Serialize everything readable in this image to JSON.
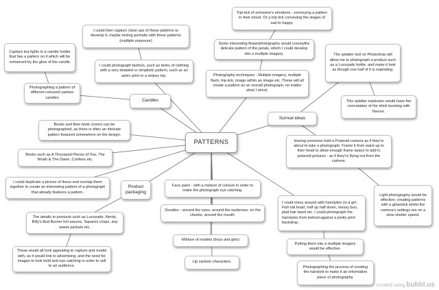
{
  "center": "PATTERNS",
  "categories": {
    "candles": "Candles",
    "surreal": "Surreal ideas",
    "product": "Product packaging"
  },
  "nodes": {
    "n_close_ups": "I could then capture close ups of these patterns to develop it, maybe mixing portraits with these patterns (multiple exposure)",
    "n_fashion": "I could photograph fashion, such as items of clothing with a very detailed or simplistic pattern, such as an aztec print or a stripey top.",
    "n_tea_lights": "Capture tea lights in a candle holder that has a pattern on it which will be enhanced by the glow of the candle",
    "n_yankee": "Photographing a pattern of different coloured yankee candles",
    "n_trip_tick": "Trip-tick of someone's emotions - conveying a pattern in their mood. Or a trip tick conveying the stages of sad to happy.",
    "n_flower": "Some interesting flowerphotography would conveythe delicate pattern of the petals, which I could develop into a multiple imagery.",
    "n_techniques": "Photography techniques - Multiple imagery, multiple flash, trip-tick, image within an image etc. These will all create a pattern as an overall photograph, no matter what I shoot.",
    "n_splatter": "The splatter tool on Photoshop will allow me to photograph a product such as a Lucozade bottle, and make it look as though one half of it is exploding.",
    "n_explosion": "This splatter explosion would have the connotation of the drink bursting with flavour.",
    "n_books": "Books and their book covers can be photographed, as there is often an intricate pattern featured somewhere on the design.",
    "n_thousand": "Books such as A Thousand Pieces of You, The Wrath & The Dawn, Confess etc.",
    "n_duplicate": "I could duplicate a picture of these and overlap them together to create an interesting pattern of a photograph that already features a pattern.",
    "n_polaroid": "Having someone hold a Polaroid camera as if they're about to take a photograph. Frame it from waist up to their head to allow enough frame space to add in polaroid pictures - as if they're flying out from the camera.",
    "n_light": "Light photography would be effective; creating patterns with a glowstick whilst the camera's settings are on a slow shutter speed.",
    "n_face_paint": "Face paint - with a mixture of colours in order to make the photograph eye catching.",
    "n_doodles": "Doodles - around the eyes, around the eyebrows, on the cheeks, around the mouth.",
    "n_models": "Mixture of models (boys and girls)",
    "n_lip": "Lip cartoon characters.",
    "n_details": "The details in products such as Lucozade, Nerds, Billy's Bud Burner hot sauces, Squares crisps, any sweet packets etc.",
    "n_appealing": "These would all look appealing to capture and model with, as it would link to advertising, and the need for images to look bold and eye catching in order to sell to an audience.",
    "n_hairstyles": "I could mess around with hairstyles on a girl. Fish tail braid, half up half down, messy bun, plait hair band etc. I could photograph the hairstyles from behind against a pretty print backdrop.",
    "n_multiple": "Putting them into a multiple imagery would be effective.",
    "n_process": "Photographing the process of creating the hairstyle to make it an informative piece of photography."
  },
  "watermark": {
    "prefix": "created using",
    "brand": "bubbl.us"
  }
}
